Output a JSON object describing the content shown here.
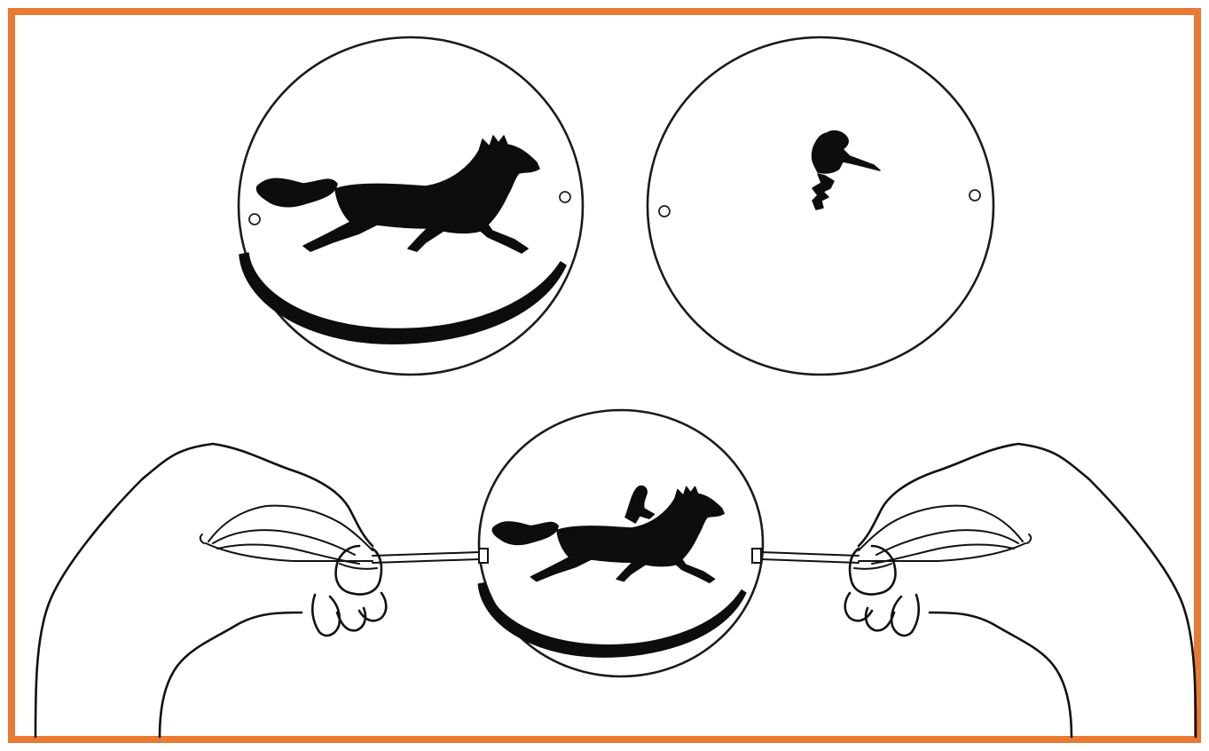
{
  "figure": {
    "subject": "thaumatrope",
    "panels": [
      "disc-front-horse",
      "disc-back-rider",
      "disc-spinning-combined"
    ],
    "colors": {
      "frame_border": "#e87a33",
      "ink": "#0d0d0d",
      "background": "#ffffff"
    }
  }
}
